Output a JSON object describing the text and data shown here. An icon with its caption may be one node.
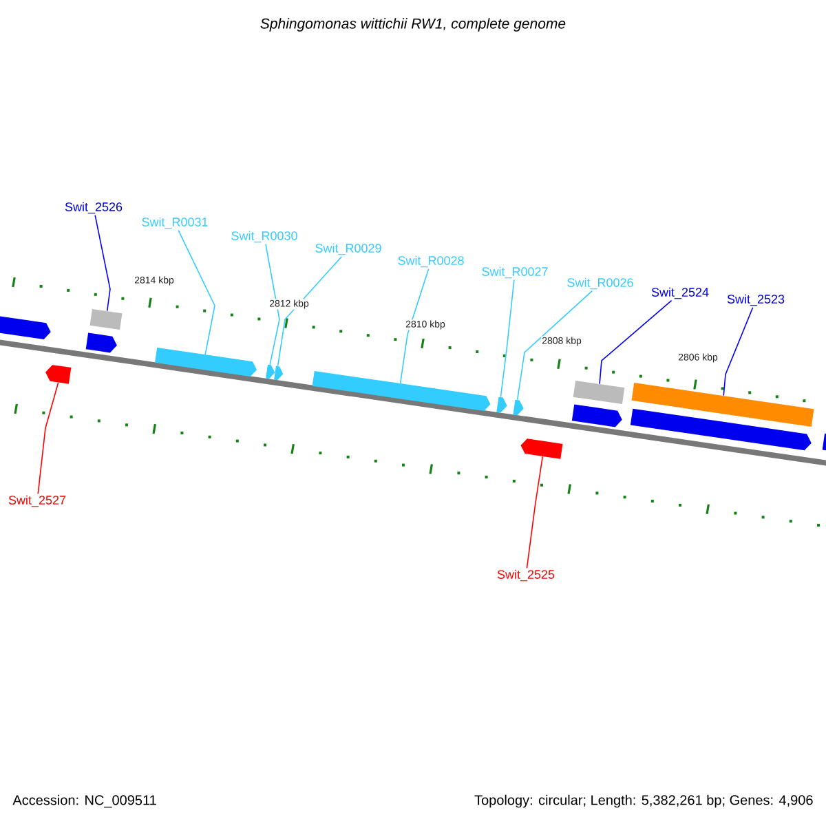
{
  "diagram": {
    "title": "Sphingomonas wittichii RW1, complete genome",
    "nodes": [
      {
        "text": [
          "Swit_2526"
        ]
      },
      {
        "text": [
          "Swit_R0031"
        ]
      },
      {
        "text": [
          "Swit_R0030"
        ]
      },
      {
        "text": [
          "Swit_R0029"
        ]
      },
      {
        "text": [
          "Swit_R0028"
        ]
      },
      {
        "text": [
          "Swit_R0027"
        ]
      },
      {
        "text": [
          "Swit_R0026"
        ]
      },
      {
        "text": [
          "Swit_2524"
        ]
      },
      {
        "text": [
          "Swit_2523"
        ]
      },
      {
        "text": [
          "Swit_2527"
        ]
      },
      {
        "text": [
          "Swit_2525"
        ]
      },
      {
        "text": [],
        "shape": "box"
      },
      {
        "text": [],
        "shape": "arrow"
      },
      {
        "text": [],
        "shape": "arrow"
      },
      {
        "text": [],
        "shape": "arrow"
      },
      {
        "text": [],
        "shape": "arrow"
      },
      {
        "text": [],
        "shape": "arrow"
      },
      {
        "text": [],
        "shape": "arrow"
      },
      {
        "text": [],
        "shape": "box"
      },
      {
        "text": [],
        "shape": "box"
      },
      {
        "text": [],
        "shape": "arrow"
      },
      {
        "text": [],
        "shape": "arrow"
      },
      {
        "text": [],
        "shape": "arrow"
      },
      {
        "text": [],
        "shape": "arrow"
      },
      {
        "text": [],
        "shape": "arrow"
      },
      {
        "text": [],
        "shape": "arrow"
      },
      {
        "text": [],
        "shape": "arrow"
      }
    ],
    "edges": [
      {
        "from": 0,
        "to": 11,
        "arrow": "none",
        "color": "#0000ff"
      },
      {
        "from": 1,
        "to": 12,
        "arrow": "none"
      },
      {
        "from": 2,
        "to": 13,
        "arrow": "none"
      },
      {
        "from": 3,
        "to": 14,
        "arrow": "none"
      },
      {
        "from": 4,
        "to": 15,
        "arrow": "none"
      },
      {
        "from": 5,
        "to": 16,
        "arrow": "none"
      },
      {
        "from": 6,
        "to": 17,
        "arrow": "none"
      },
      {
        "from": 7,
        "to": 18,
        "arrow": "none",
        "color": "#0000ff"
      },
      {
        "from": 8,
        "to": 19,
        "arrow": "none",
        "color": "#0000ff"
      },
      {
        "from": 9,
        "to": 20,
        "arrow": "none",
        "color": "#ff0000"
      },
      {
        "from": 10,
        "to": 21,
        "arrow": "none",
        "color": "#ff0000"
      }
    ],
    "labels": [
      "2814 kbp",
      "2812 kbp",
      "2810 kbp",
      "2808 kbp",
      "2806 kbp",
      "Accession: NC_009511",
      "Topology: circular; Length: 5,382,261 bp; Genes: 4,906"
    ]
  }
}
